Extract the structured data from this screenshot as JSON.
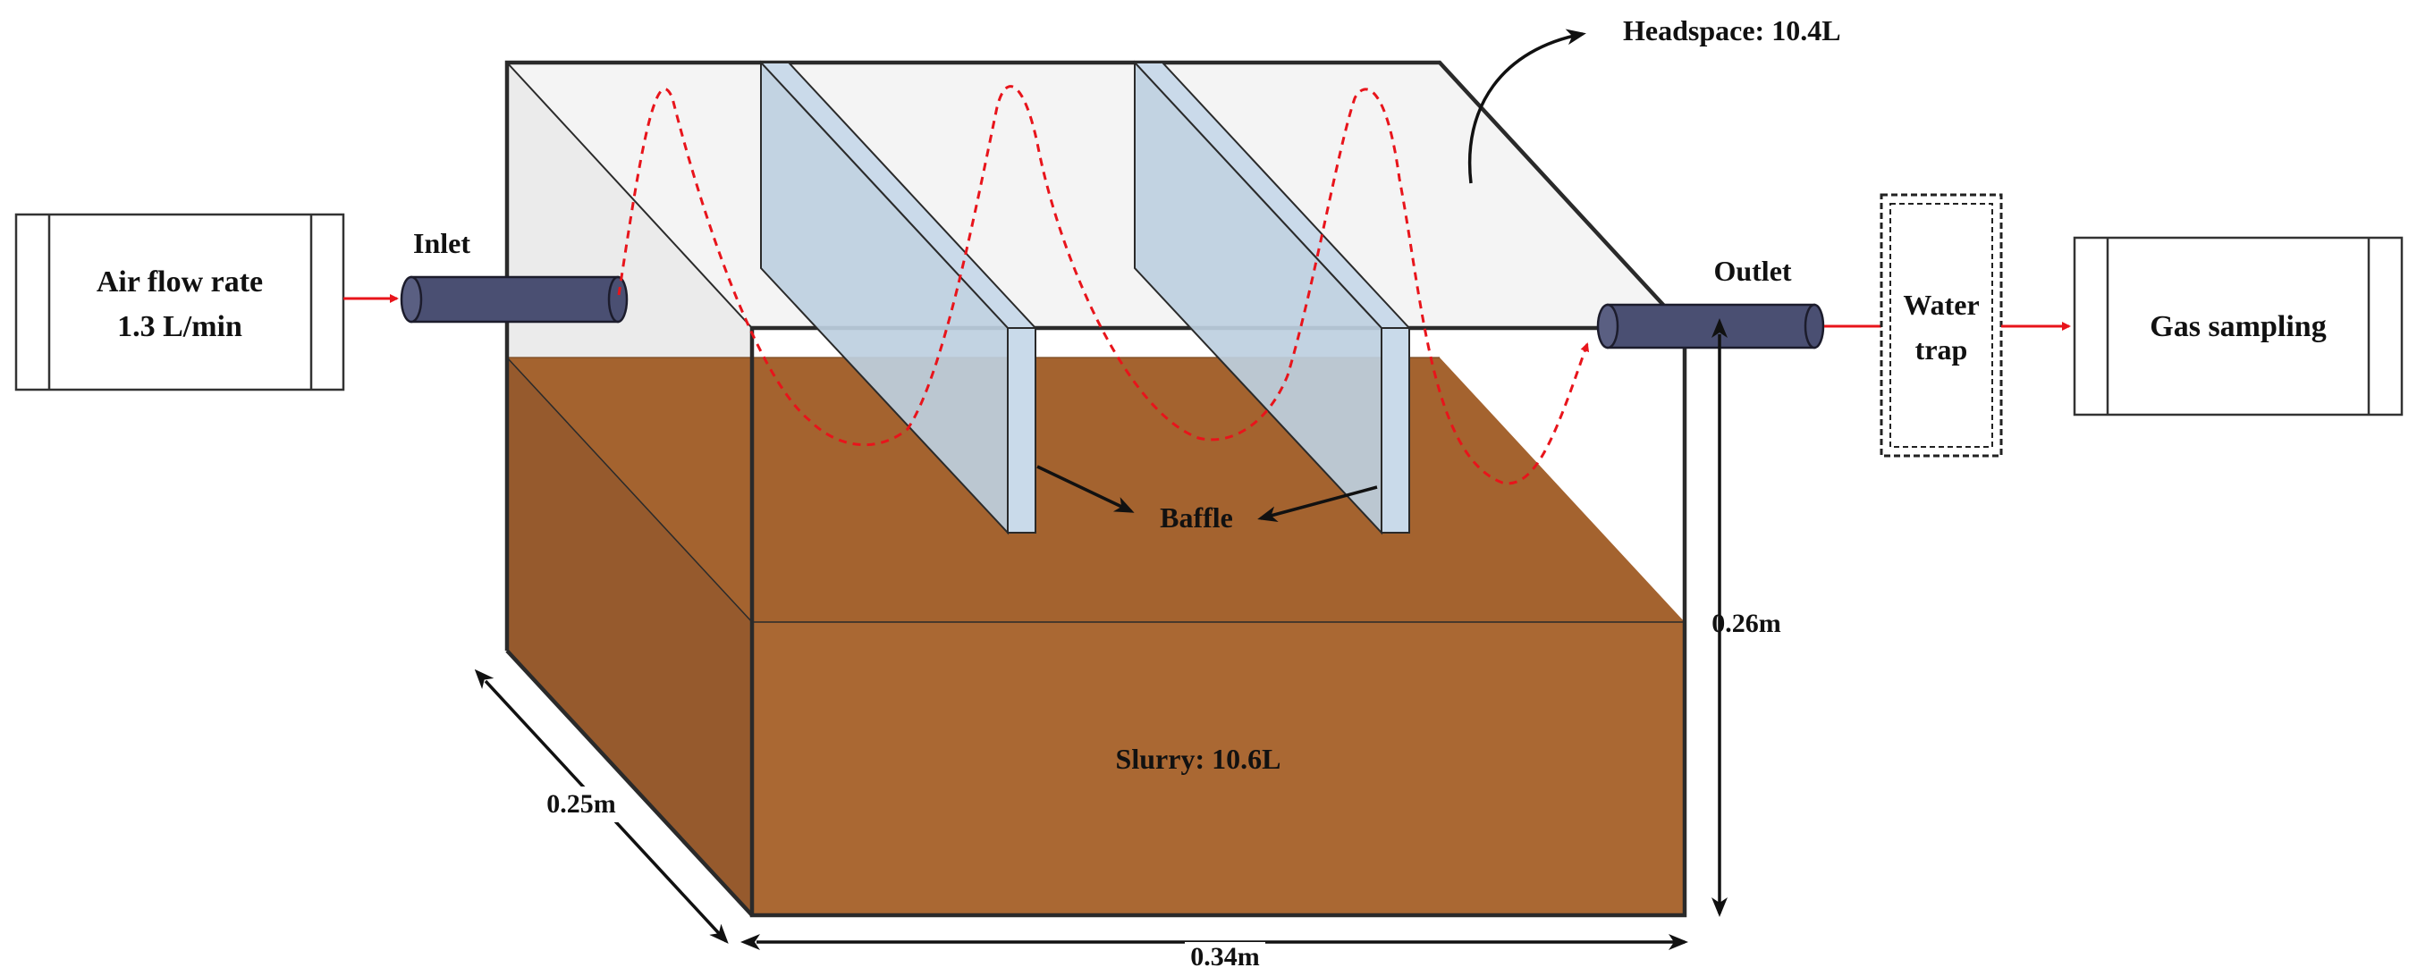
{
  "labels": {
    "air_flow_line1": "Air flow rate",
    "air_flow_line2": "1.3 L/min",
    "inlet": "Inlet",
    "outlet": "Outlet",
    "headspace": "Headspace: 10.4L",
    "water_trap_line1": "Water",
    "water_trap_line2": "trap",
    "gas_sampling": "Gas sampling",
    "baffle": "Baffle",
    "slurry": "Slurry: 10.6L",
    "dim_height": "0.26m",
    "dim_depth": "0.25m",
    "dim_width": "0.34m"
  },
  "colors": {
    "slurry_front": "#AA6833",
    "slurry_top": "#A4632F",
    "slurry_side": "#965A2D",
    "headspace_fill": "#F0F0F0",
    "baffle_fill": "#BDCFE0",
    "pipe_fill": "#4A4F72",
    "flow_line": "#E8141B",
    "outline": "#2A2A2A"
  }
}
